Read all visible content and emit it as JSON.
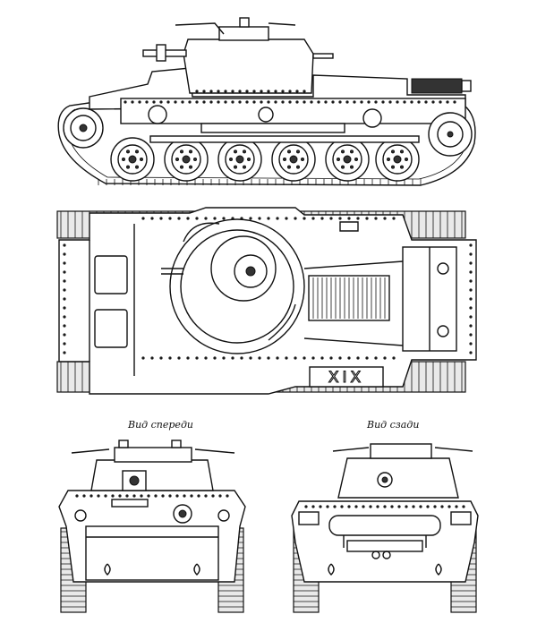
{
  "captions": {
    "front_view": "Вид спереди",
    "rear_view": "Вид сзади"
  },
  "hull_marking": "XIX",
  "colors": {
    "line": "#111111",
    "paper": "#ffffff",
    "shade": "#e9e9e9"
  }
}
